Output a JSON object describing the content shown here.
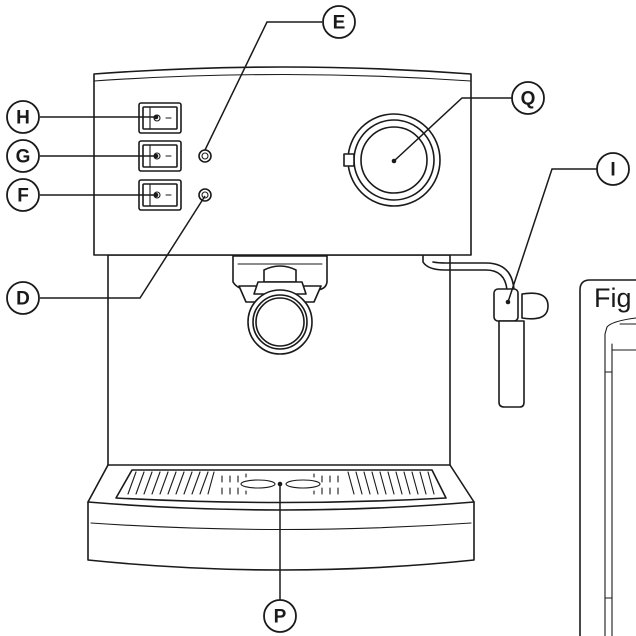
{
  "diagram": {
    "callouts": {
      "e": "E",
      "h": "H",
      "g": "G",
      "f": "F",
      "d": "D",
      "q": "Q",
      "i": "I",
      "p": "P"
    },
    "figure_label": "Fig"
  }
}
